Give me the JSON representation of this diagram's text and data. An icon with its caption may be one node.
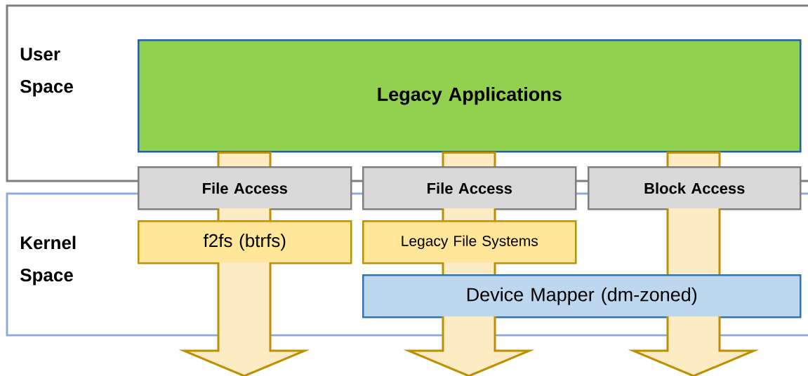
{
  "diagram": {
    "nodes": [
      {
        "text": [
          "User Space"
        ]
      },
      {
        "text": [
          "Kernel Space"
        ]
      },
      {
        "text": [
          "Legacy Applications"
        ],
        "in": 0
      },
      {
        "text": [
          "File Access"
        ]
      },
      {
        "text": [
          "File Access"
        ]
      },
      {
        "text": [
          "Block Access"
        ]
      },
      {
        "text": [
          "f2fs (btrfs)"
        ],
        "in": 1
      },
      {
        "text": [
          "Legacy File Systems"
        ],
        "in": 1
      },
      {
        "text": [
          "Device Mapper (dm-zoned)"
        ],
        "in": 1
      }
    ],
    "edges": [
      {
        "from": 2,
        "to": null,
        "arrow": "to"
      },
      {
        "from": 2,
        "to": null,
        "arrow": "to"
      },
      {
        "from": 2,
        "to": null,
        "arrow": "to"
      }
    ]
  }
}
